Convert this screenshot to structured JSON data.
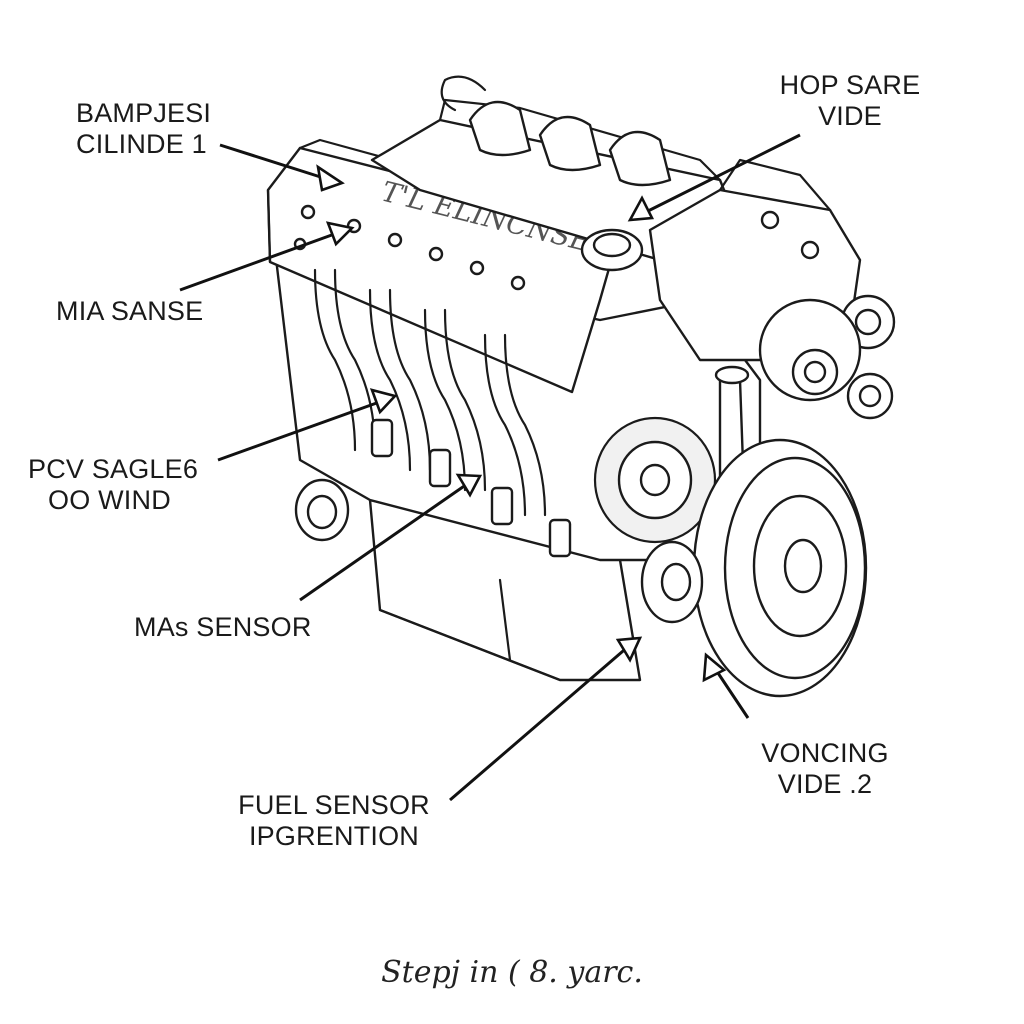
{
  "diagram": {
    "engine_cover_text": "T'L ELINCNSE",
    "labels": {
      "bampjesi": [
        "BAMPJESI",
        "CILINDE 1"
      ],
      "hop_sare": [
        "HOP SARE",
        "VIDE"
      ],
      "mia_sanse": [
        "MIA SANSE"
      ],
      "pcv": [
        "PCV SAGLE6",
        "OO WIND"
      ],
      "mas_sensor": [
        "MAs SENSOR"
      ],
      "fuel_sensor": [
        "FUEL SENSOR",
        "IPGRENTION"
      ],
      "voncing": [
        "VONCING",
        "VIDE .2"
      ]
    },
    "caption": "Stepj in ( 8. yarc."
  }
}
